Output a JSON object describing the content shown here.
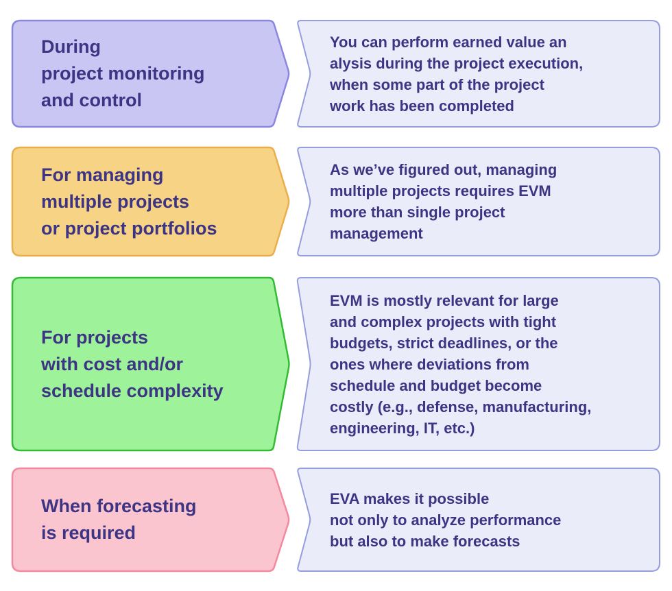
{
  "diagram": {
    "title_semantics": "When earned value management is used",
    "text_color": "#3d3583",
    "detail_fill": "#eaedf9",
    "detail_stroke": "#959ddd",
    "rows": [
      {
        "label": "During\nproject monitoring\nand control",
        "description": "You can perform earned value an\nalysis during the project execution,\nwhen some part of the project\nwork has been completed",
        "fill": "#c9c6f4",
        "stroke": "#8a87e0"
      },
      {
        "label": "For managing\nmultiple projects\nor project portfolios",
        "description": "As we’ve figured out, managing\nmultiple projects requires EVM\nmore than single project\nmanagement",
        "fill": "#f6d385",
        "stroke": "#eaae4d"
      },
      {
        "label": "For projects\nwith cost and/or\nschedule complexity",
        "description": "EVM is mostly relevant for large\nand complex projects with tight\nbudgets, strict deadlines, or the\nones where deviations from\nschedule and budget become\ncostly (e.g., defense, manufacturing,\nengineering, IT, etc.)",
        "fill": "#9ef39a",
        "stroke": "#33bb33"
      },
      {
        "label": "When forecasting\nis required",
        "description": "EVA makes it possible\nnot only to analyze performance\nbut also to make forecasts",
        "fill": "#fbc5cf",
        "stroke": "#f2899f"
      }
    ]
  }
}
